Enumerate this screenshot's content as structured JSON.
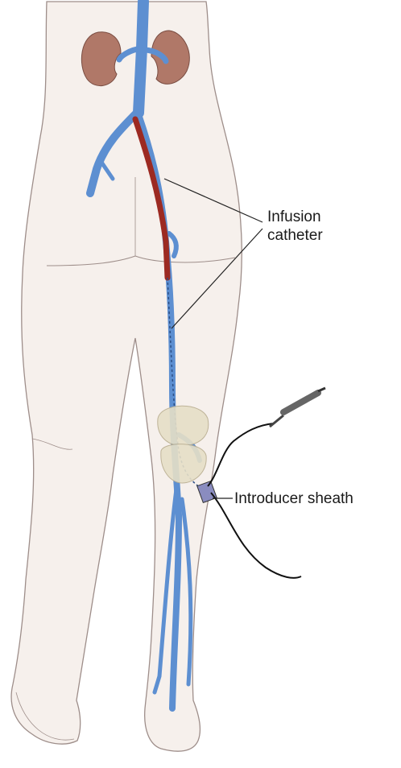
{
  "labels": {
    "infusion_line1": "Infusion",
    "infusion_line2": "catheter",
    "introducer_sheath": "Introducer sheath"
  },
  "colors": {
    "skin_fill": "#f6f0ec",
    "skin_outline": "#9e8e8a",
    "vein": "#5d8fd1",
    "vein_dark": "#3d6fb5",
    "catheter": "#9c2a22",
    "kidney": "#b07868",
    "bone": "#e6dfc7",
    "leader_line": "#222222"
  }
}
